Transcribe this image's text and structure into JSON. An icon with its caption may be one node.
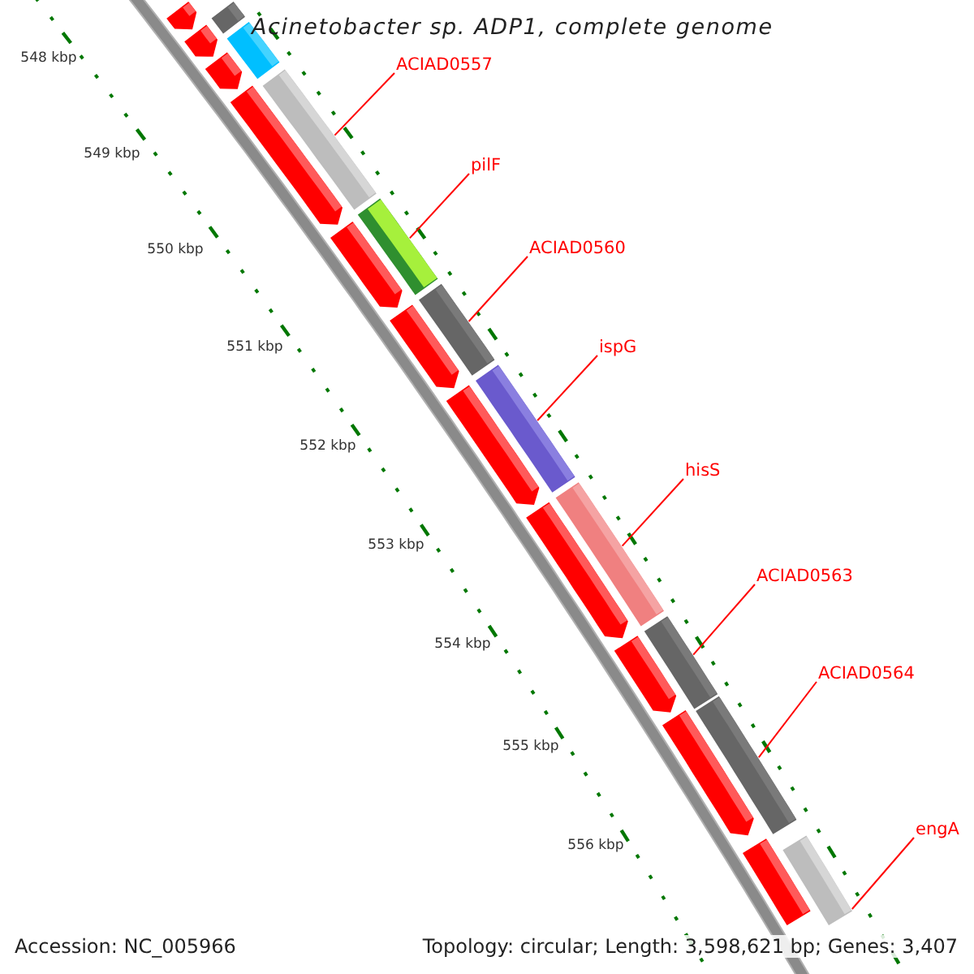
{
  "diagram": {
    "title": "Acinetobacter sp. ADP1, complete genome",
    "nodes": [
      {
        "text": [
          "ACIAD0557"
        ]
      },
      {
        "text": [
          "pilF"
        ]
      },
      {
        "text": [
          "ACIAD0560"
        ]
      },
      {
        "text": [
          "ispG"
        ]
      },
      {
        "text": [
          "hisS"
        ]
      },
      {
        "text": [
          "ACIAD0563"
        ]
      },
      {
        "text": [
          "ACIAD0564"
        ]
      },
      {
        "text": [
          "engA"
        ]
      },
      {
        "text": [],
        "shape": "bar"
      },
      {
        "text": [],
        "shape": "bar"
      },
      {
        "text": [],
        "shape": "bar"
      },
      {
        "text": [],
        "shape": "bar"
      },
      {
        "text": [],
        "shape": "bar"
      },
      {
        "text": [],
        "shape": "bar"
      },
      {
        "text": [],
        "shape": "bar"
      },
      {
        "text": [],
        "shape": "bar"
      },
      {
        "text": [],
        "shape": "bar"
      },
      {
        "text": [],
        "shape": "bar"
      },
      {
        "text": [],
        "shape": "pentagon"
      },
      {
        "text": [],
        "shape": "pentagon"
      },
      {
        "text": [],
        "shape": "pentagon"
      },
      {
        "text": [],
        "shape": "pentagon"
      },
      {
        "text": [],
        "shape": "pentagon"
      },
      {
        "text": [],
        "shape": "pentagon"
      },
      {
        "text": [],
        "shape": "pentagon"
      },
      {
        "text": [],
        "shape": "pentagon"
      },
      {
        "text": [],
        "shape": "pentagon"
      },
      {
        "text": [],
        "shape": "pentagon"
      },
      {
        "text": [],
        "shape": "pentagon"
      }
    ],
    "edges": [
      {
        "from": 0,
        "to": 8,
        "arrow": "none"
      },
      {
        "from": 1,
        "to": 9,
        "arrow": "none"
      },
      {
        "from": 2,
        "to": 10,
        "arrow": "none"
      },
      {
        "from": 3,
        "to": 11,
        "arrow": "none"
      },
      {
        "from": 4,
        "to": 12,
        "arrow": "none"
      },
      {
        "from": 5,
        "to": 13,
        "arrow": "none"
      },
      {
        "from": 6,
        "to": 14,
        "arrow": "none"
      },
      {
        "from": 7,
        "to": 15,
        "arrow": "none"
      }
    ],
    "labels": [
      "548 kbp",
      "549 kbp",
      "550 kbp",
      "551 kbp",
      "552 kbp",
      "553 kbp",
      "554 kbp",
      "555 kbp",
      "556 kbp",
      "Accession: NC_005966",
      "Topology: circular; Length: 3,598,621 bp; Genes: 3,407"
    ]
  }
}
